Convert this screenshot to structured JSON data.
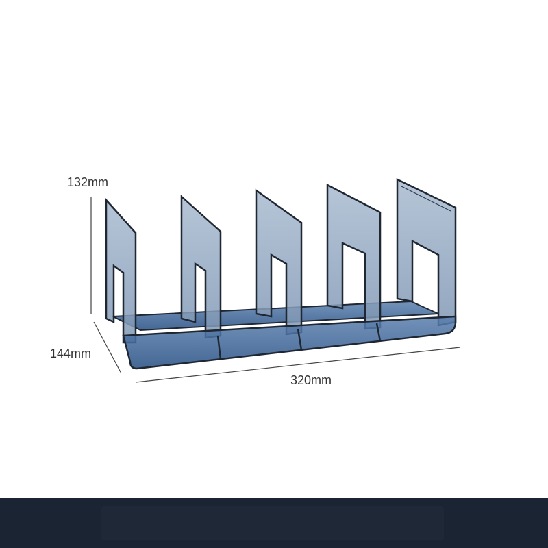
{
  "dimensions": {
    "height_label": "132mm",
    "depth_label": "144mm",
    "width_label": "320mm"
  },
  "colors": {
    "acrylic_fill": "#9fb2c8",
    "acrylic_edge": "#1f2733",
    "acrylic_base": "#3f6a9e",
    "dimension_line": "#444444",
    "footer_band": "#1b2433",
    "footer_inner": "#222c3b"
  }
}
